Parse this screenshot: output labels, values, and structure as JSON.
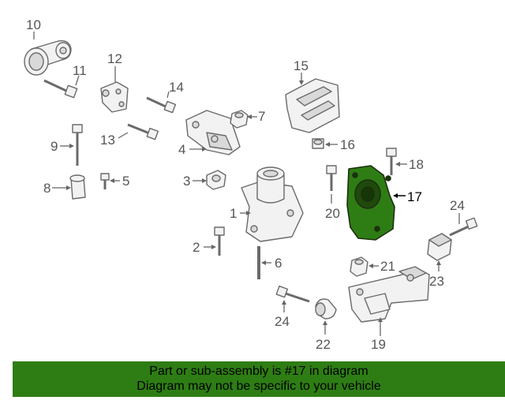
{
  "diagram": {
    "callouts": [
      {
        "id": "1",
        "label": "1"
      },
      {
        "id": "2",
        "label": "2"
      },
      {
        "id": "3",
        "label": "3"
      },
      {
        "id": "4",
        "label": "4"
      },
      {
        "id": "5",
        "label": "5"
      },
      {
        "id": "6",
        "label": "6"
      },
      {
        "id": "7",
        "label": "7"
      },
      {
        "id": "8",
        "label": "8"
      },
      {
        "id": "9",
        "label": "9"
      },
      {
        "id": "10",
        "label": "10"
      },
      {
        "id": "11",
        "label": "11"
      },
      {
        "id": "12",
        "label": "12"
      },
      {
        "id": "13",
        "label": "13"
      },
      {
        "id": "14",
        "label": "14"
      },
      {
        "id": "15",
        "label": "15"
      },
      {
        "id": "16",
        "label": "16"
      },
      {
        "id": "17",
        "label": "17"
      },
      {
        "id": "18",
        "label": "18"
      },
      {
        "id": "19",
        "label": "19"
      },
      {
        "id": "20",
        "label": "20"
      },
      {
        "id": "21",
        "label": "21"
      },
      {
        "id": "22",
        "label": "22"
      },
      {
        "id": "23",
        "label": "23"
      },
      {
        "id": "24a",
        "label": "24"
      },
      {
        "id": "24b",
        "label": "24"
      }
    ],
    "highlighted_part": "17",
    "highlight_color": "#2e7d14"
  },
  "banner": {
    "line1": "Part or sub-assembly is #17 in diagram",
    "line2": "Diagram may not be specific to your vehicle",
    "background": "#2e7d14"
  }
}
